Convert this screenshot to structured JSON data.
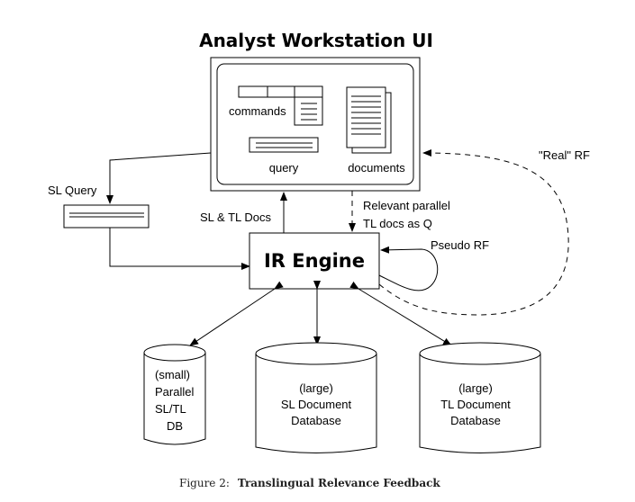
{
  "title": "Analyst Workstation UI",
  "workstation": {
    "commands_label": "commands",
    "query_label": "query",
    "documents_label": "documents"
  },
  "sl_query": {
    "label": "SL Query"
  },
  "engine": {
    "label": "IR Engine"
  },
  "edges": {
    "sl_tl_docs": "SL & TL Docs",
    "relevant_line1": "Relevant parallel",
    "relevant_line2": "TL docs as Q",
    "pseudo_rf": "Pseudo RF",
    "real_rf": "\"Real\" RF"
  },
  "databases": [
    {
      "lines": [
        "(small)",
        "Parallel",
        "SL/TL",
        "DB"
      ]
    },
    {
      "lines": [
        "(large)",
        "SL Document",
        "Database"
      ]
    },
    {
      "lines": [
        "(large)",
        "TL Document",
        "Database"
      ]
    }
  ],
  "caption": {
    "prefix": "Figure 2:",
    "text": "Translingual Relevance Feedback"
  }
}
